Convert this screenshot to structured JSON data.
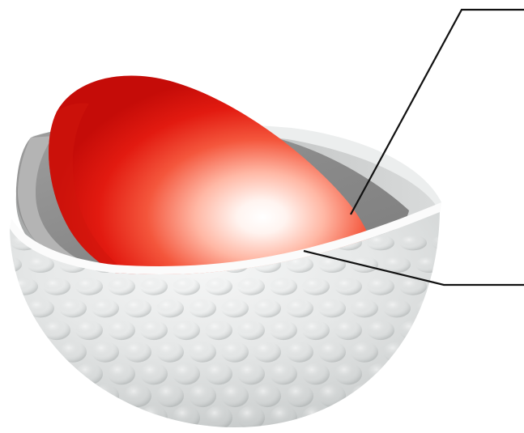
{
  "diagram": {
    "parts": [
      {
        "id": "mantle",
        "color": "#8c8c8c"
      },
      {
        "id": "core",
        "color": "#e4140f"
      },
      {
        "id": "cover",
        "color": "#e6e8e8"
      }
    ],
    "callout_color": "#111111"
  }
}
